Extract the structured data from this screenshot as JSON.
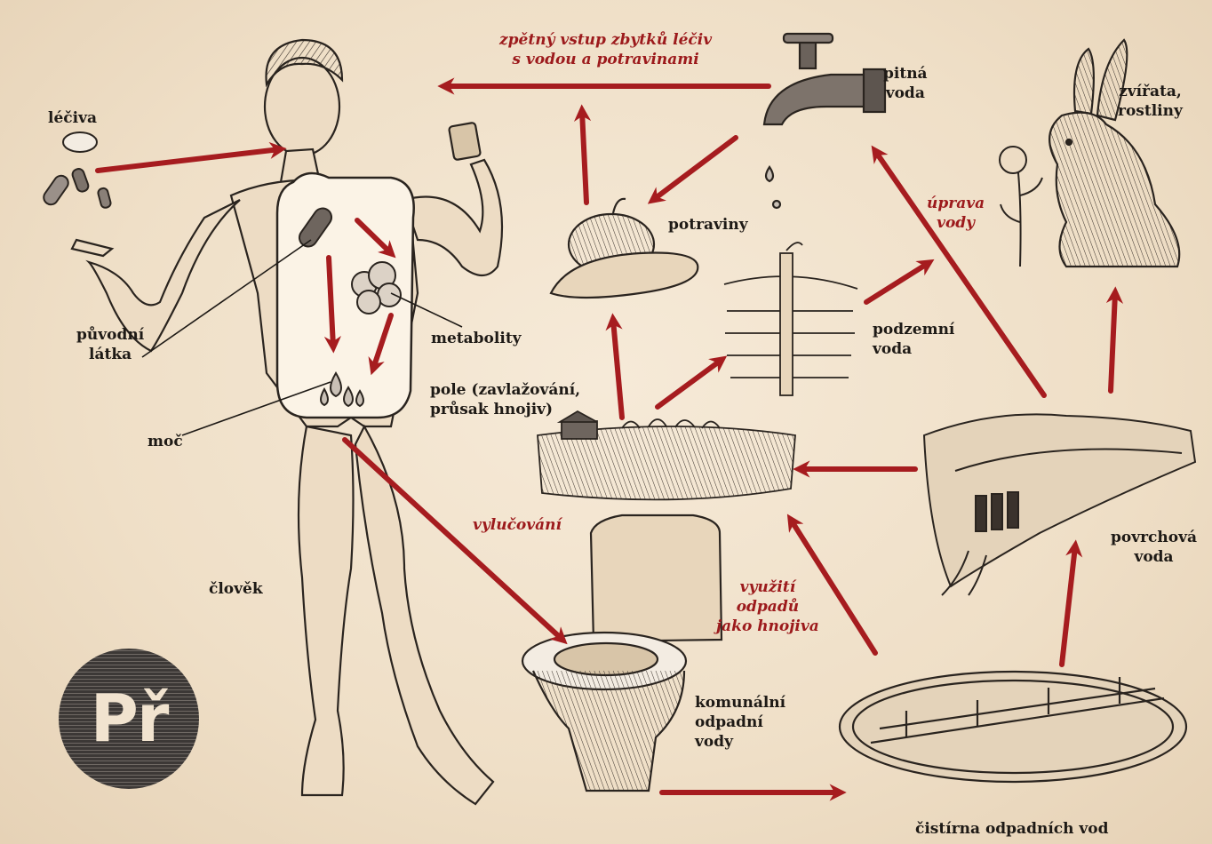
{
  "labels": {
    "leciva": "léčiva",
    "puvodni_latka": [
      "původní",
      "látka"
    ],
    "moc": "moč",
    "metabolity": "metabolity",
    "clovek": "člověk",
    "vylucovani": "vylučování",
    "zpetny_vstup": [
      "zpětný vstup zbytků léčiv",
      "s vodou a potravinami"
    ],
    "pitna_voda": [
      "pitná",
      "voda"
    ],
    "zvirata_rostliny": [
      "zvířata,",
      "rostliny"
    ],
    "potraviny": "potraviny",
    "uprava_vody": [
      "úprava",
      "vody"
    ],
    "podzemni_voda": [
      "podzemní",
      "voda"
    ],
    "pole": [
      "pole (zavlažování,",
      "průsak hnojiv)"
    ],
    "povrchova_voda": [
      "povrchová",
      "voda"
    ],
    "vyuziti_odpadu": [
      "využití",
      "odpadů",
      "jako hnojiva"
    ],
    "komunalni_odpadni_vody": [
      "komunální",
      "odpadní",
      "vody"
    ],
    "cistirna": "čistírna odpadních vod"
  },
  "logo": {
    "text": "Př"
  },
  "colors": {
    "arrow": "#a61c1f",
    "ink": "#1e1a16",
    "paper": "#f1e3cf"
  }
}
